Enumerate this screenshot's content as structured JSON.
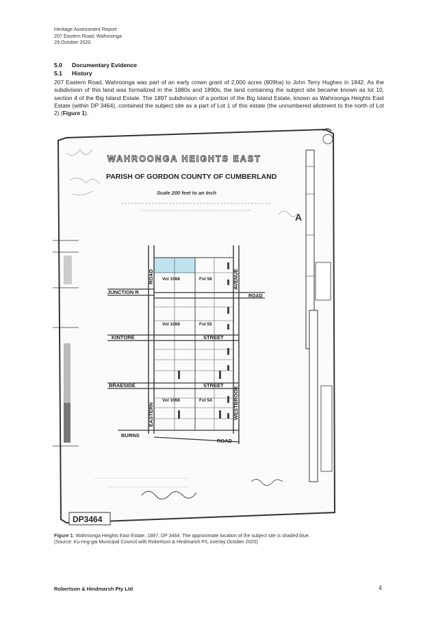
{
  "header": {
    "line1": "Heritage Assessment Report",
    "line2": "207 Eastern Road, Wahroonga",
    "line3": "29 October 2020"
  },
  "section": {
    "number": "5.0",
    "title": "Documentary Evidence"
  },
  "subsection": {
    "number": "5.1",
    "title": "History"
  },
  "body": {
    "p1": "207 Eastern Road, Wahroonga was part of an early crown grant of 2,000 acres (809ha) to John Terry Hughes in 1842.  As the subdivision of this land was formalized in the 1880s and 1890s, the land containing the subject site became known as lot 10, section 4 of the Big Island Estate.  The 1897 subdivision of a portion of the Big Island Estate, known as Wahroonga Heights East Estate (within DP 3464), contained the subject site as a part of Lot 1 of this estate (the unnumbered allotment to the north of Lot 2) (",
    "p1_ref": "Figure 1",
    "p1_end": ")."
  },
  "plan": {
    "title": "WAHROONGA HEIGHTS EAST",
    "subtitle": "PARISH OF GORDON    COUNTY OF CUMBERLAND",
    "scale": "Scale  200 feet to an Inch",
    "roads": {
      "eastern": "EASTERN",
      "road_vertical": "ROAD",
      "avenue": "AVENUE",
      "westbrook": "WESTBROOK",
      "junction": "JUNCTION R",
      "road_junction": "ROAD",
      "kintore": "KINTORE",
      "kintore_street": "STREET",
      "braeside": "BRAESIDE",
      "braeside_street": "STREET",
      "burns": "BURNS",
      "burns_road": "ROAD"
    },
    "lots": [
      "Vol 1068",
      "Fol 56",
      "Vol 1068",
      "Fol 55",
      "Vol 1068",
      "Fol 54"
    ],
    "dp_label": "DP3464",
    "plan_letter": "A",
    "highlight_color": "#bfe3ef"
  },
  "caption": {
    "label": "Figure 1",
    "text": ": Wahroonga Heights East Estate, 1897, DP 3464.  The approximate location of the subject site is shaded blue.",
    "source": "(Source: Ku-ring-gai Municipal Council with Robertson & Hindmarsh P/L overlay October 2020)"
  },
  "footer": {
    "company": "Robertson & Hindmarsh Pty Ltd",
    "page": "4"
  }
}
